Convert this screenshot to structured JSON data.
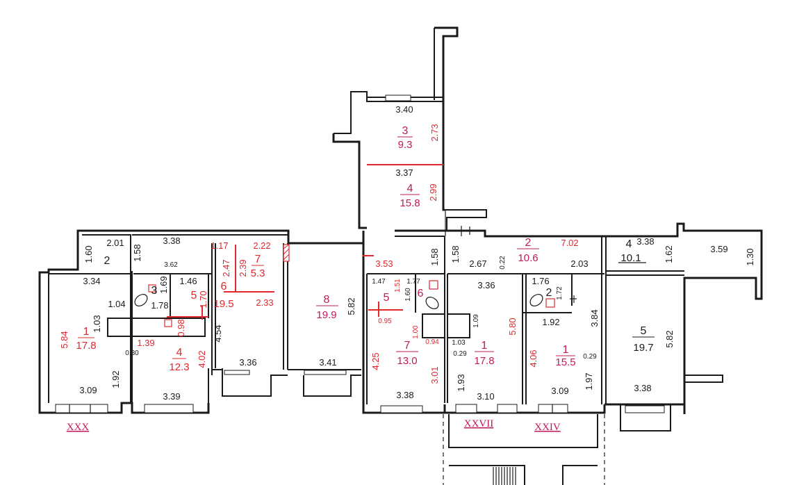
{
  "plan": {
    "rooms": [
      {
        "id": "r-xxx-1",
        "number": "1",
        "area": "17.8",
        "color": "#e0282e"
      },
      {
        "id": "r-xxx-2",
        "number": "2",
        "area": "",
        "color": "#1a1a1a"
      },
      {
        "id": "r-xxx-3",
        "number": "3",
        "area": "",
        "color": "#1a1a1a"
      },
      {
        "id": "r-xxx-4",
        "number": "4",
        "area": "12.3",
        "color": "#e0282e"
      },
      {
        "id": "r-xxx-5",
        "number": "5",
        "area": "",
        "color": "#e0282e"
      },
      {
        "id": "r-xxx-6",
        "number": "6",
        "area": "19.5",
        "color": "#e0282e"
      },
      {
        "id": "r-xxx-7",
        "number": "7",
        "area": "5.3",
        "color": "#e0282e"
      },
      {
        "id": "r-xxx-8",
        "number": "8",
        "area": "19.9",
        "color": "#c2185b"
      },
      {
        "id": "r-xxvii-3",
        "number": "3",
        "area": "9.3",
        "color": "#c2185b"
      },
      {
        "id": "r-xxvii-4",
        "number": "4",
        "area": "15.8",
        "color": "#c2185b"
      },
      {
        "id": "r-xxvii-5",
        "number": "5",
        "area": "",
        "color": "#c2185b"
      },
      {
        "id": "r-xxvii-6",
        "number": "6",
        "area": "",
        "color": "#c2185b"
      },
      {
        "id": "r-xxvii-7",
        "number": "7",
        "area": "13.0",
        "color": "#c2185b"
      },
      {
        "id": "r-xxvii-1",
        "number": "1",
        "area": "17.8",
        "color": "#c2185b"
      },
      {
        "id": "r-xxvii-2",
        "number": "2",
        "area": "10.6",
        "color": "#c2185b"
      },
      {
        "id": "r-xxiv-1",
        "number": "1",
        "area": "15.5",
        "color": "#c2185b"
      },
      {
        "id": "r-xxiv-2",
        "number": "2",
        "area": "",
        "color": "#1a1a1a"
      },
      {
        "id": "r-xxiv-4",
        "number": "4",
        "area": "10.1",
        "color": "#1a1a1a"
      },
      {
        "id": "r-xxiv-5",
        "number": "5",
        "area": "19.7",
        "color": "#1a1a1a"
      }
    ],
    "apartments": [
      "XXX",
      "XXVII",
      "XXIV"
    ],
    "dimensions_black": [
      "3.40",
      "3.37",
      "2.01",
      "1.60",
      "1.58",
      "3.38",
      "3.62",
      "3.34",
      "1.69",
      "1.46",
      "1.78",
      "1.04",
      "1.03",
      "0.30",
      "1.92",
      "3.09",
      "3.39",
      "4.54",
      "3.36",
      "3.41",
      "5.82",
      "1.58",
      "1.58",
      "2.67",
      "0.22",
      "2.03",
      "3.38",
      "1.62",
      "3.59",
      "1.30",
      "1.47",
      "1.77",
      "1.60",
      "3.36",
      "1.09",
      "1.03",
      "0.29",
      "1.93",
      "3.10",
      "3.38",
      "1.76",
      "1.72",
      "1.92",
      "3.84",
      "0.29",
      "1.97",
      "3.09",
      "5.82",
      "3.38"
    ],
    "dimensions_red": [
      "2.73",
      "2.99",
      "1.17",
      "2.22",
      "2.47",
      "2.39",
      "2.33",
      "1.70",
      "0.98",
      "1.39",
      "4.02",
      "5.84",
      "3.53",
      "7.02",
      "1.51",
      "0.95",
      "1.00",
      "0.94",
      "4.25",
      "3.01",
      "5.80",
      "4.06"
    ]
  }
}
